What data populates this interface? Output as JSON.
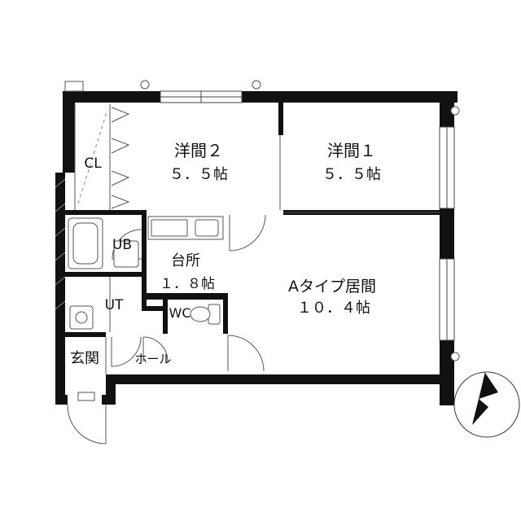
{
  "rooms": {
    "western2": {
      "name": "洋間２",
      "size": "５．５帖"
    },
    "western1": {
      "name": "洋間１",
      "size": "５．５帖"
    },
    "closet": {
      "name": "CL"
    },
    "unit_bath": {
      "name": "UB"
    },
    "kitchen": {
      "name": "台所",
      "size": "１．８帖"
    },
    "living": {
      "name": "Aタイプ居間",
      "size": "１０．４帖"
    },
    "utility": {
      "name": "UT"
    },
    "toilet": {
      "name": "WC"
    },
    "entrance": {
      "name": "玄関"
    },
    "hall": {
      "name": "ホール"
    }
  },
  "icons": {
    "compass": "north-arrow-icon"
  },
  "colors": {
    "wall": "#111111",
    "line": "#555555",
    "background": "#ffffff"
  }
}
